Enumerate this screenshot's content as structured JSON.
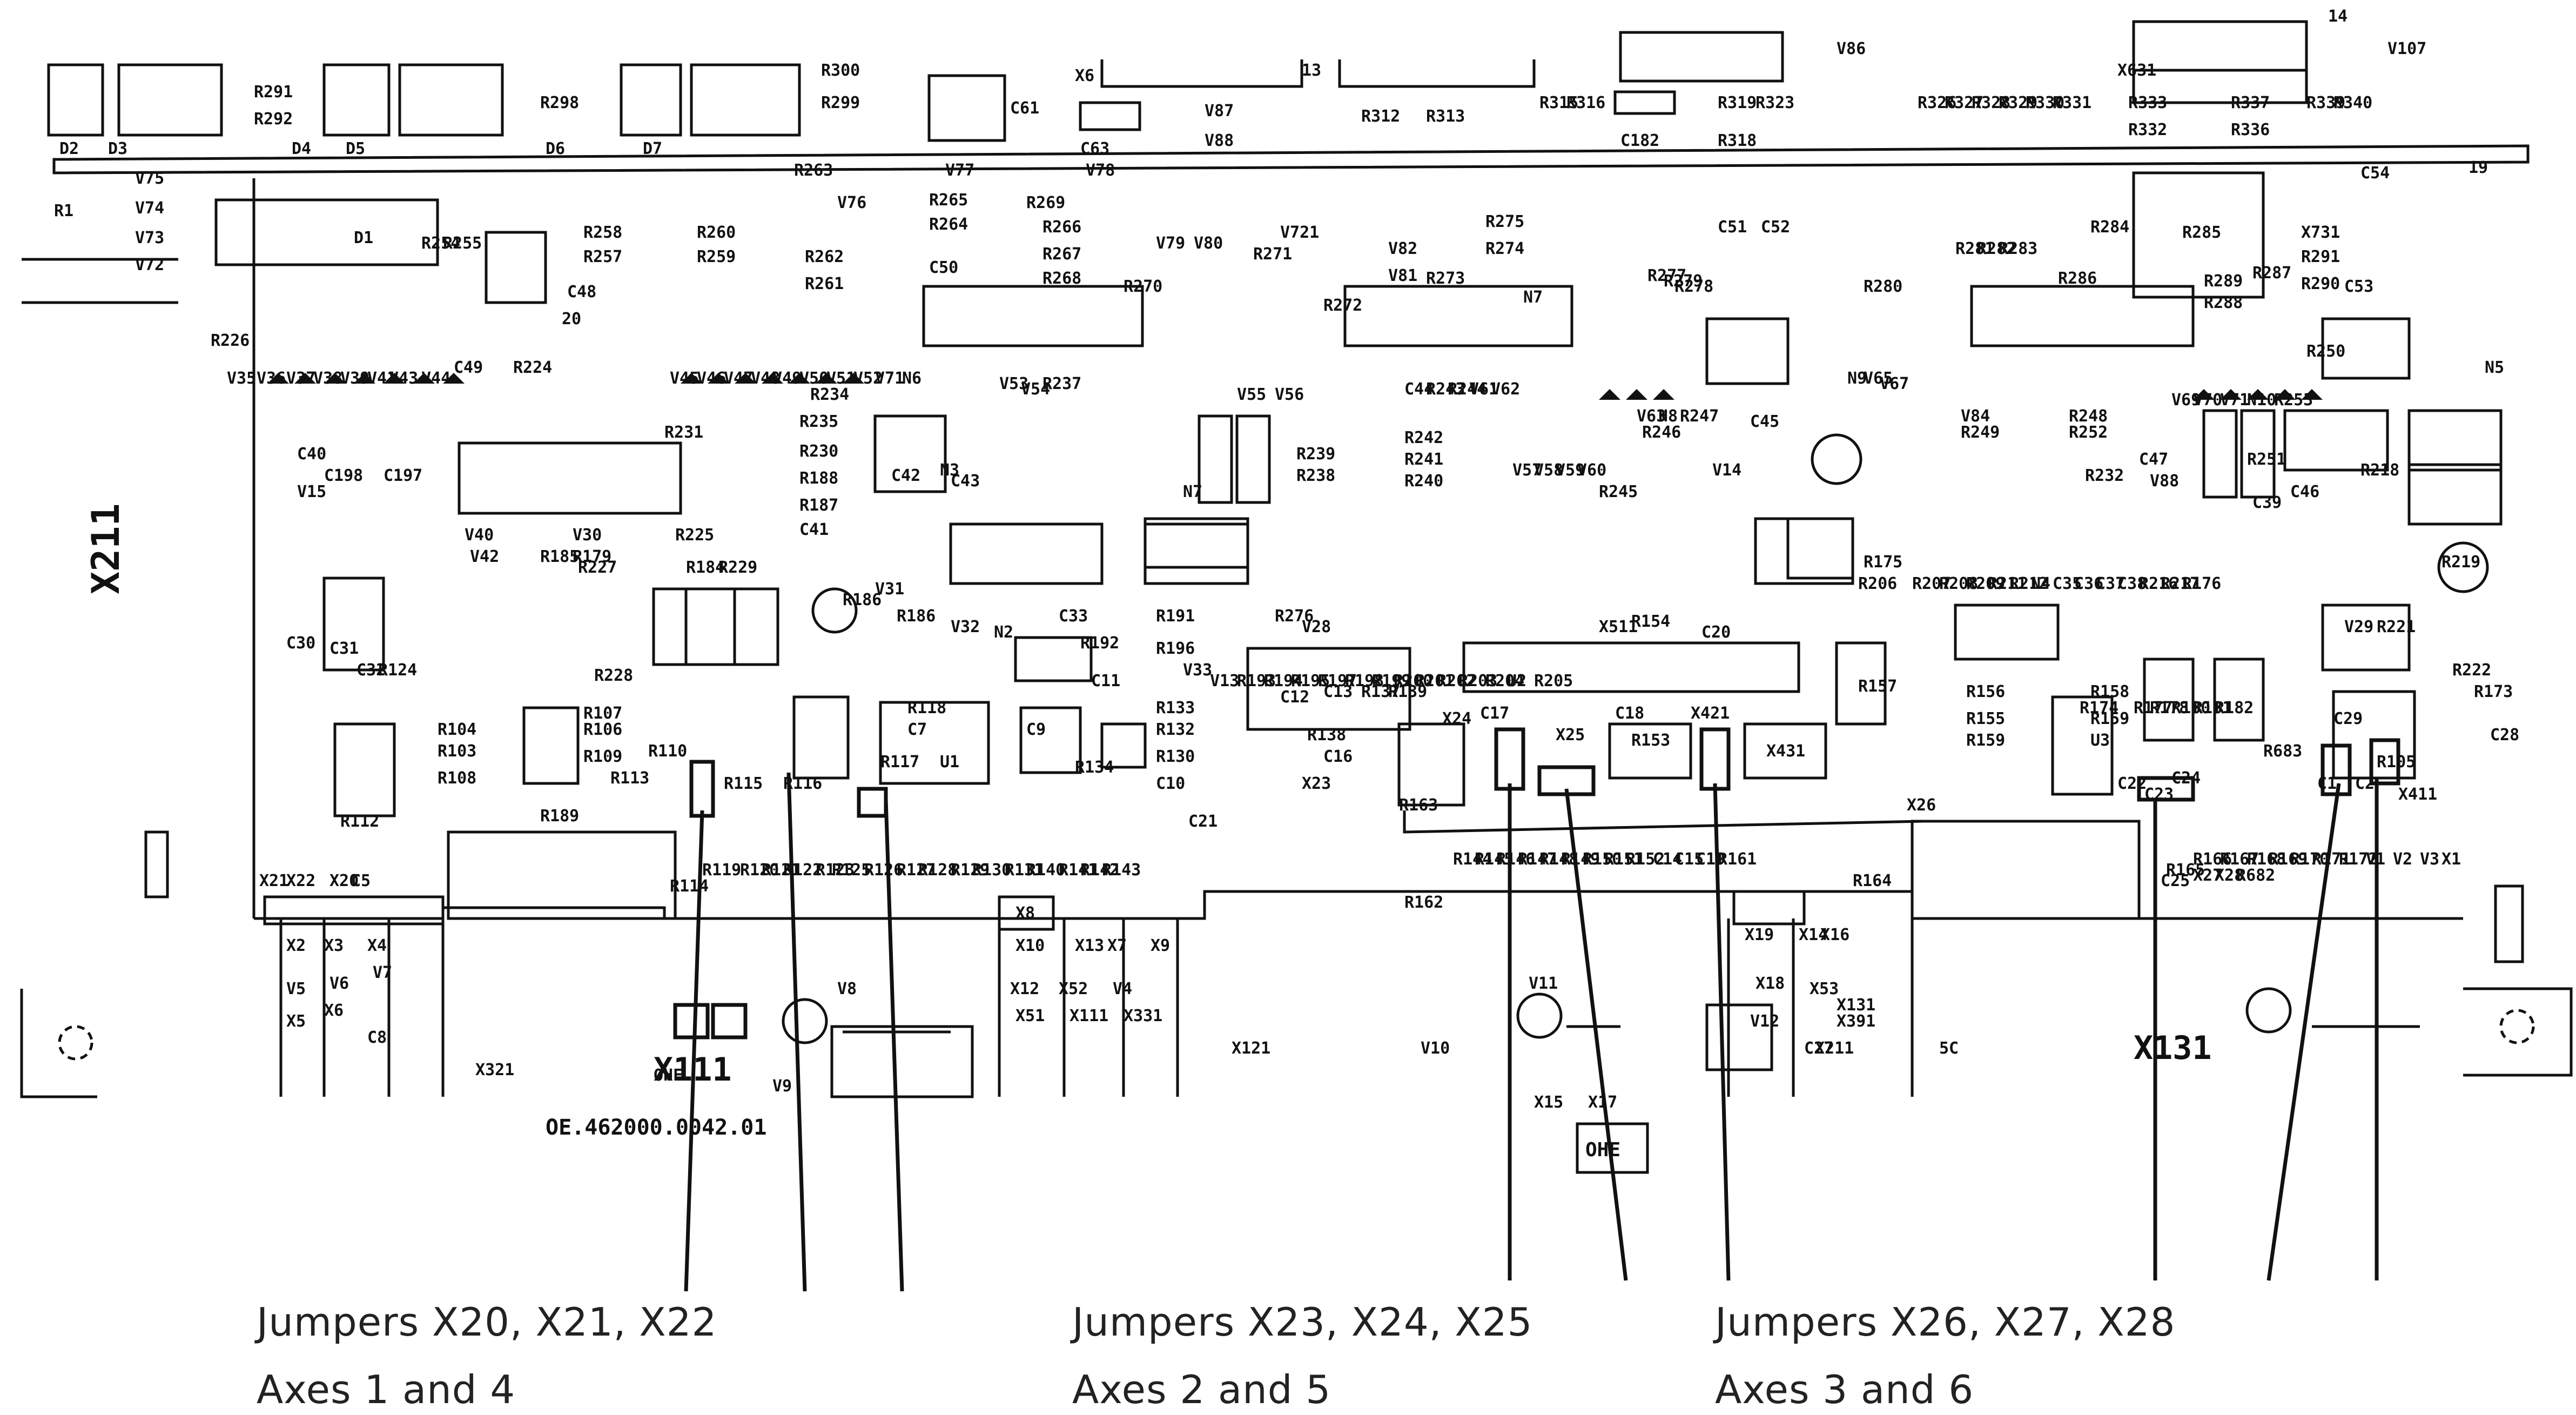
{
  "board": {
    "part_number": "OE.462000.0042.01",
    "labels": [
      "D2",
      "D3",
      "D4",
      "D5",
      "D6",
      "D7",
      "R291",
      "R292",
      "R298",
      "R300",
      "R299",
      "C61",
      "X6",
      "13",
      "V87",
      "V88",
      "C63",
      "R312",
      "R313",
      "R315",
      "R316",
      "C182",
      "R319",
      "R318",
      "R323",
      "V86",
      "R326",
      "R327",
      "R328",
      "R329",
      "R330",
      "R331",
      "X631",
      "R333",
      "R332",
      "R337",
      "R336",
      "R339",
      "R340",
      "V107",
      "14",
      "R1",
      "V75",
      "V74",
      "V73",
      "V72",
      "D1",
      "R254",
      "R255",
      "R258",
      "R257",
      "R260",
      "R259",
      "V77",
      "V78",
      "R263",
      "V76",
      "R265",
      "R264",
      "R269",
      "R266",
      "R267",
      "R268",
      "R262",
      "R261",
      "C50",
      "V79",
      "V80",
      "R270",
      "R271",
      "V721",
      "R275",
      "R274",
      "V82",
      "V81",
      "R273",
      "N7",
      "R272",
      "C51",
      "C52",
      "R277",
      "R278",
      "R279",
      "R280",
      "R281",
      "R282",
      "R283",
      "R284",
      "R286",
      "R285",
      "X731",
      "R291",
      "R290",
      "R289",
      "R288",
      "R287",
      "C53",
      "C54",
      "19",
      "20",
      "C48",
      "C49",
      "R224",
      "R226",
      "V35",
      "V36",
      "V37",
      "V38",
      "V39",
      "V41",
      "V43",
      "V44",
      "V45",
      "V46",
      "V47",
      "V48",
      "V49",
      "V50",
      "V51",
      "V52",
      "V71",
      "N6",
      "V53",
      "V54",
      "R237",
      "V55",
      "V56",
      "C44",
      "R243",
      "R244",
      "V61",
      "V62",
      "V63",
      "H8",
      "R247",
      "N9",
      "V65",
      "V67",
      "V69",
      "V70",
      "V71",
      "N10",
      "R253",
      "R250",
      "N5",
      "R232",
      "R231",
      "R234",
      "R235",
      "R230",
      "R188",
      "R187",
      "C41",
      "C42",
      "N3",
      "C43",
      "N7",
      "R239",
      "R238",
      "R242",
      "R241",
      "R240",
      "V57",
      "V58",
      "V59",
      "V60",
      "R245",
      "R246",
      "C45",
      "V14",
      "V84",
      "R249",
      "R248",
      "R252",
      "R251",
      "C46",
      "C47",
      "V88",
      "C39",
      "R218",
      "R219",
      "C40",
      "V15",
      "C198",
      "C197",
      "V40",
      "V42",
      "V30",
      "R179",
      "R225",
      "R184",
      "R185",
      "R227",
      "R228",
      "R229",
      "R186",
      "V31",
      "R186",
      "V32",
      "V33",
      "V13",
      "R193",
      "R194",
      "R195",
      "R197",
      "R198",
      "R199",
      "R200",
      "R201",
      "R202",
      "R203",
      "R204",
      "U2",
      "R205",
      "R206",
      "R207",
      "R208",
      "R209",
      "R211",
      "R212",
      "N4",
      "C35",
      "C36",
      "C37",
      "C38",
      "R216",
      "R217",
      "R176",
      "R175",
      "R174",
      "R177",
      "R178",
      "R180",
      "R181",
      "R182",
      "C30",
      "C31",
      "C32",
      "R124",
      "N2",
      "C33",
      "R192",
      "R191",
      "R196",
      "R276",
      "V28",
      "X511",
      "R154",
      "R153",
      "C20",
      "R157",
      "R156",
      "R155",
      "R159",
      "R158",
      "R159",
      "U3",
      "V29",
      "R221",
      "R222",
      "R173",
      "C28",
      "C29",
      "R105",
      "R104",
      "R103",
      "R108",
      "R107",
      "R106",
      "R109",
      "R113",
      "R110",
      "R189",
      "R118",
      "C7",
      "U1",
      "C9",
      "R134",
      "R133",
      "R132",
      "R130",
      "C10",
      "C11",
      "C12",
      "C13",
      "R137",
      "R139",
      "R138",
      "C16",
      "X23",
      "X24",
      "C17",
      "X25",
      "C18",
      "X421",
      "X431",
      "C21",
      "X26",
      "C22",
      "C23",
      "C24",
      "C25",
      "X27",
      "X28",
      "R682",
      "R683",
      "C1",
      "C2",
      "X411",
      "X20",
      "C5",
      "X21",
      "X22",
      "R112",
      "R114",
      "R115",
      "R116",
      "R117",
      "R119",
      "R120",
      "R121",
      "R122",
      "R123",
      "R125",
      "R126",
      "R127",
      "R128",
      "R129",
      "R130",
      "R131",
      "R140",
      "R141",
      "R142",
      "R143",
      "R144",
      "R145",
      "R146",
      "R147",
      "R148",
      "R149",
      "R150",
      "R151",
      "R152",
      "C14",
      "C15",
      "C19",
      "R161",
      "R162",
      "R163",
      "R164",
      "R165",
      "R166",
      "R167",
      "R168",
      "R169",
      "R170",
      "R171",
      "R172",
      "V1",
      "V2",
      "V3",
      "X1",
      "X2",
      "X3",
      "X4",
      "X5",
      "X6",
      "C8",
      "V5",
      "V6",
      "V7",
      "X8",
      "X10",
      "X13",
      "X7",
      "X9",
      "X12",
      "X52",
      "V4",
      "X51",
      "X111",
      "X331",
      "X121",
      "V8",
      "X321",
      "OHE",
      "V9",
      "V10",
      "V11",
      "X15",
      "X17",
      "X19",
      "X14",
      "X16",
      "X18",
      "X53",
      "X131",
      "V12",
      "X391",
      "C27",
      "X211",
      "5C"
    ]
  },
  "callouts": [
    {
      "jumpers": "Jumpers X20, X21, X22",
      "axes": "Axes 1 and 4"
    },
    {
      "jumpers": "Jumpers X23, X24, X25",
      "axes": "Axes 2 and 5"
    },
    {
      "jumpers": "Jumpers X26, X27, X28",
      "axes": "Axes 3 and 6"
    }
  ]
}
